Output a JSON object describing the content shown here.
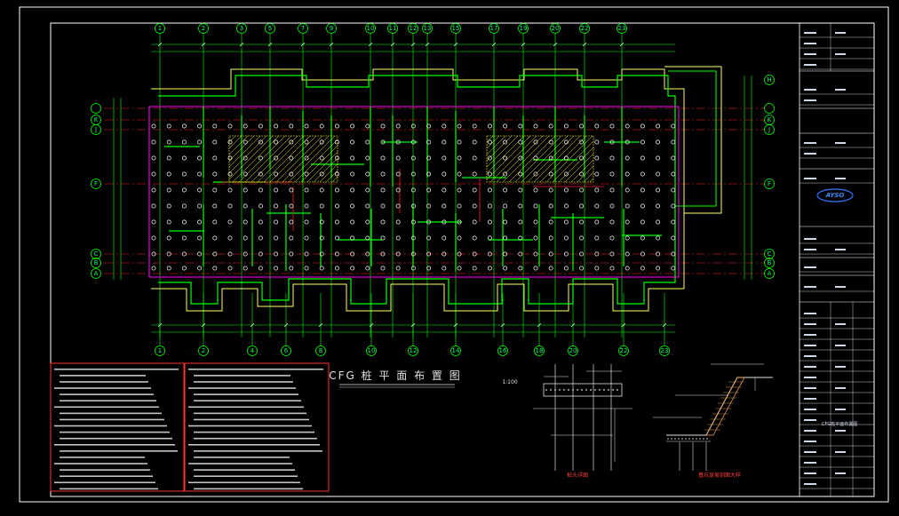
{
  "drawing": {
    "title": "CFG 桩 平 面 布 置 图",
    "scale": "1:100"
  },
  "axes": {
    "top": [
      "1",
      "2",
      "3",
      "5",
      "7",
      "9",
      "10",
      "11",
      "12",
      "13",
      "15",
      "17",
      "19",
      "20",
      "22",
      "23"
    ],
    "bottom": [
      "1",
      "2",
      "4",
      "6",
      "8",
      "10",
      "12",
      "14",
      "16",
      "18",
      "20",
      "22",
      "23"
    ],
    "left": [
      "K",
      "J",
      "F",
      "C",
      "B",
      "A"
    ],
    "right": [
      "H",
      "K",
      "J",
      "F",
      "C",
      "B",
      "A"
    ]
  },
  "title_block": {
    "logo_text": "AYSO",
    "drawing_name": "CFG桩平面布置图"
  },
  "details": {
    "detail1_label": "桩头详图",
    "detail2_label": "基坑放坡剖面大样"
  },
  "notes": {
    "left_count": 12,
    "right_count": 12
  },
  "colors": {
    "background": "#000000",
    "frame": "#ffffff",
    "pile_wall": "#00ff00",
    "foundation": "#ffff66",
    "edge": "#ff00ff",
    "axis_line": "#ff2020",
    "pile_dot": "#ffffff",
    "hatch": "#ffff00",
    "note_border": "#ff3333",
    "title_text": "#e0e0e0"
  }
}
